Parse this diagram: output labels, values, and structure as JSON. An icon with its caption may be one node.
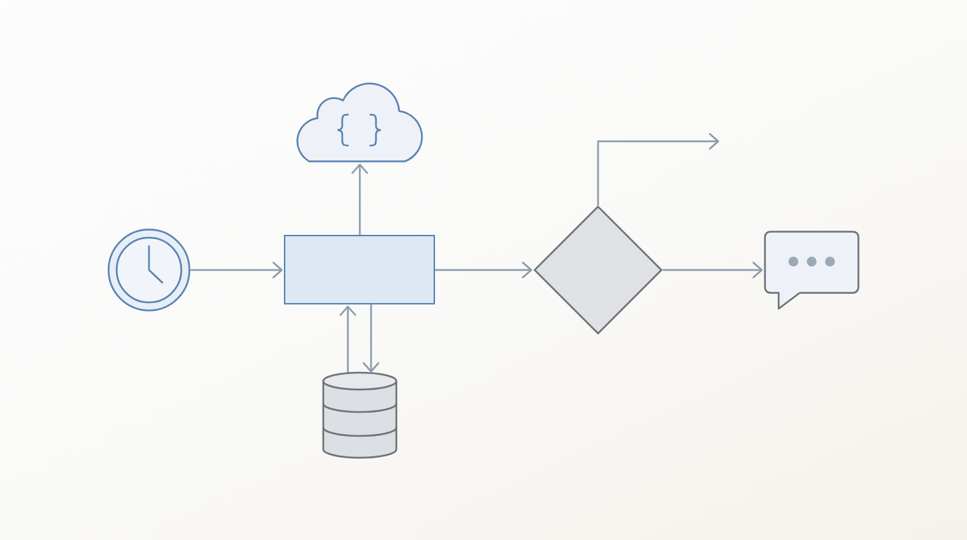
{
  "diagram": {
    "nodes": [
      {
        "text": [],
        "shape": "clock"
      },
      {
        "text": [],
        "shape": "box"
      },
      {
        "text": [],
        "shape": "cloud"
      },
      {
        "text": [],
        "shape": "cylinder"
      },
      {
        "text": [],
        "shape": "diamond"
      },
      {
        "text": [],
        "shape": "bubble"
      }
    ],
    "edges": [
      {
        "from": 0,
        "to": 1,
        "arrow": "to"
      },
      {
        "from": 1,
        "to": 2,
        "arrow": "to"
      },
      {
        "from": 3,
        "to": 1,
        "arrow": "to"
      },
      {
        "from": 1,
        "to": 3,
        "arrow": "to"
      },
      {
        "from": 1,
        "to": 4,
        "arrow": "to"
      },
      {
        "from": 4,
        "to": 5,
        "arrow": "to"
      },
      {
        "from": 4,
        "to": null,
        "arrow": "to"
      }
    ]
  }
}
